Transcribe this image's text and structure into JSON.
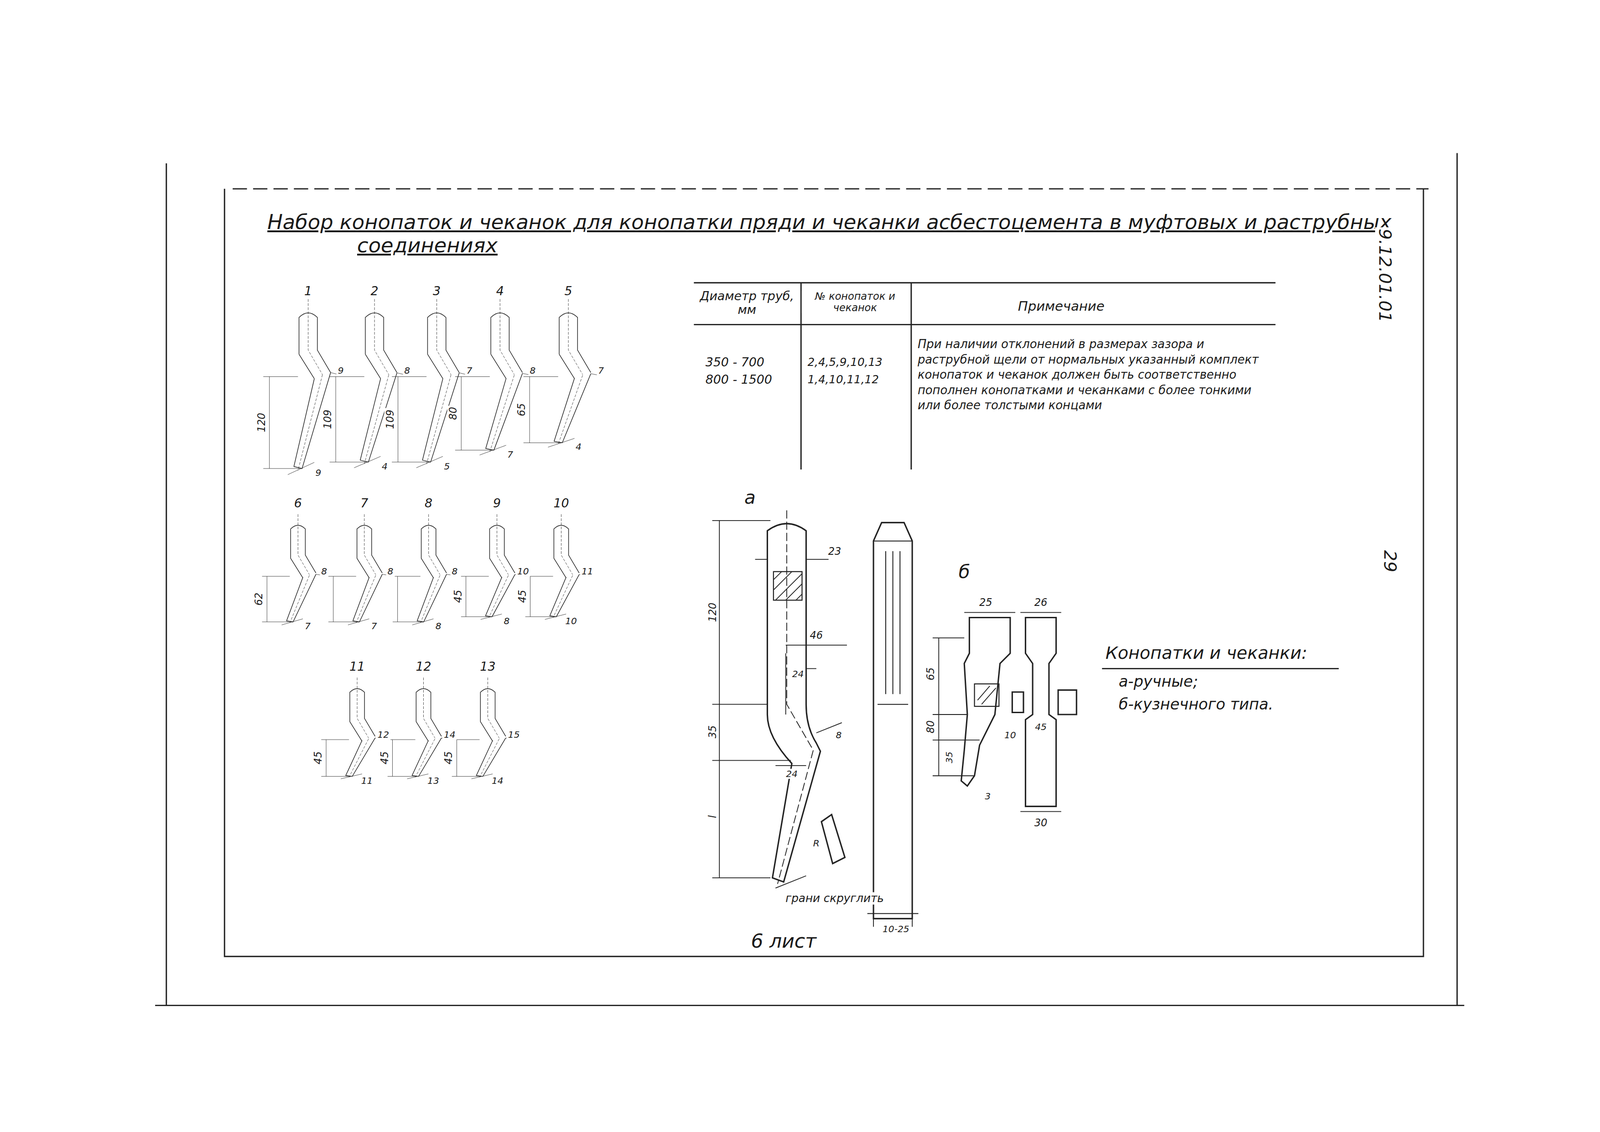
{
  "diagram": {
    "title": "Набор конопаток и чеканок для конопатки пряди и чеканки асбестоцемента в муфтовых и раструбных соединениях",
    "labels": [
      "Диаметр труб, мм",
      "№ конопаток и чеканок",
      "Примечание",
      "350 - 700",
      "800 - 1500",
      "2,4,5,9,10,13",
      "1,4,10,11,12",
      "При наличии отклонений в размерах зазора и раструбной щели от нормальных указанный комплект конопаток и чеканок должен быть соответственно пополнен конопатками и чеканками с более тонкими или более толстыми концами",
      "Конопатки и чеканки:",
      "а-ручные;",
      "б-кузнечного типа.",
      "6 лист",
      "9.12.01.01",
      "29",
      "1",
      "120",
      "9",
      "9",
      "2",
      "109",
      "8",
      "4",
      "3",
      "109",
      "7",
      "5",
      "4",
      "80",
      "8",
      "7",
      "5",
      "65",
      "7",
      "4",
      "6",
      "62",
      "8",
      "7",
      "7",
      "8",
      "7",
      "8",
      "8",
      "8",
      "9",
      "45",
      "10",
      "8",
      "10",
      "45",
      "11",
      "10",
      "11",
      "45",
      "12",
      "11",
      "12",
      "45",
      "14",
      "13",
      "13",
      "45",
      "15",
      "14",
      "а",
      "23",
      "120",
      "46",
      "24",
      "35",
      "8",
      "24",
      "l",
      "R",
      "грани скруглить",
      "10-25",
      "б",
      "25",
      "26",
      "65",
      "80",
      "35",
      "10",
      "3",
      "45",
      "30"
    ]
  }
}
